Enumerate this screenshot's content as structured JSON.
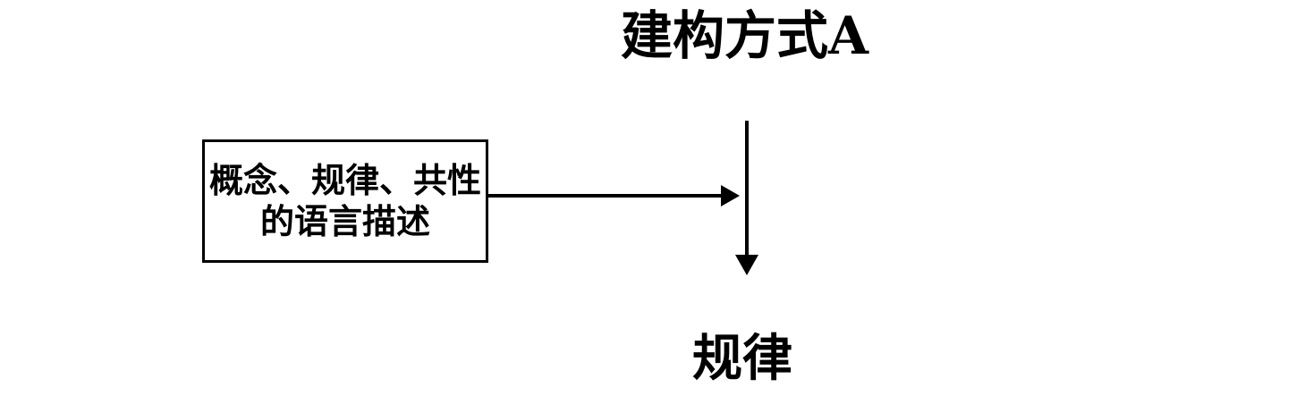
{
  "diagram": {
    "title": "建构方式A",
    "source_box": {
      "text": "概念、规律、共性\n的语言描述"
    },
    "result": "规律"
  },
  "colors": {
    "line": "#000000",
    "background": "#ffffff"
  },
  "icons": {
    "horizontal_connector": "arrow-right-icon",
    "vertical_connector": "arrow-down-icon"
  }
}
